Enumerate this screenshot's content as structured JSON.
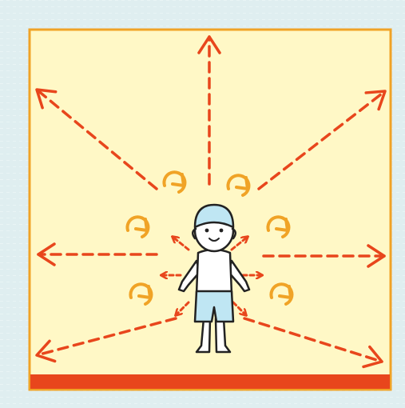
{
  "colors": {
    "background": "#dfeef0",
    "panel": "#fff8c6",
    "frame": "#f0a326",
    "floor": "#e8461c",
    "arrows": "#e8461c",
    "rotation": "#f0a326",
    "cap": "#bfe6f3",
    "shorts": "#bfe6f3",
    "outline": "#222222",
    "skin": "#ffffff"
  },
  "icons": {
    "figure": "child-in-swim-cap",
    "long_arrows": "dashed-arrow",
    "short_arrows": "double-headed-dashed-arrow",
    "rotation": "rotate-arrow"
  }
}
